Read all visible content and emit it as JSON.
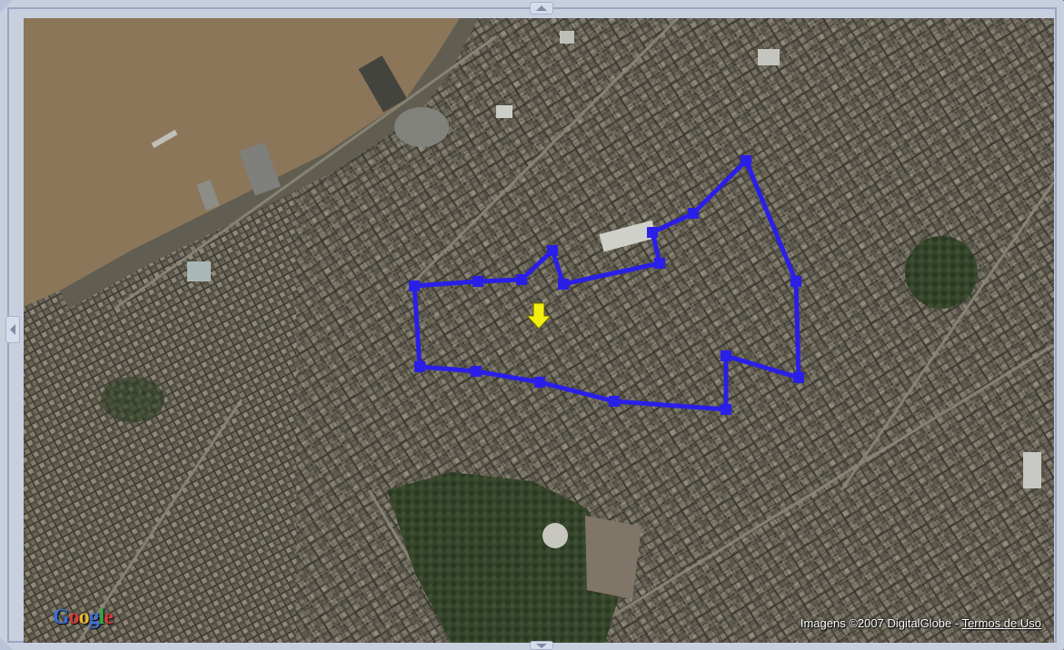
{
  "map": {
    "type": "satellite",
    "route_color": "#2a1fe8",
    "marker_color": "#f2ee10",
    "marker_icon": "arrow-down-icon"
  },
  "attribution": {
    "imagery_text": "Imagens ©2007 DigitalGlobe - ",
    "terms_link": "Termos de Uso"
  },
  "logo": {
    "letters": [
      "G",
      "o",
      "o",
      "g",
      "l",
      "e"
    ]
  },
  "controls": {
    "pan_up_icon": "triangle-up-icon",
    "pan_left_icon": "triangle-left-icon",
    "pan_down_icon": "triangle-down-icon"
  }
}
